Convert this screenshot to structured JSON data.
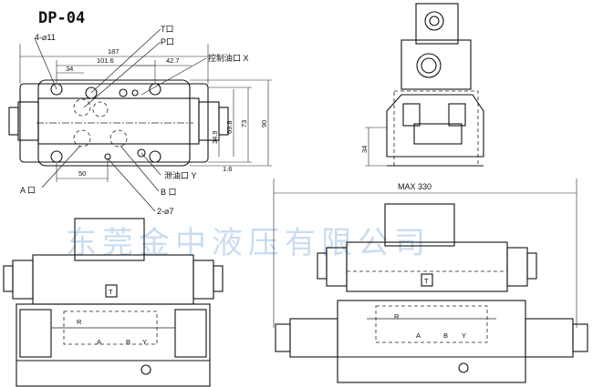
{
  "title": "DP-04",
  "watermark": "东莞金中液压有限公司",
  "top_view": {
    "labels": {
      "bolt_holes": "4-⌀11",
      "t_port": "T口",
      "p_port": "P口",
      "control_port": "控制油口 X",
      "a_port": "A 口",
      "drain_port": "泄油口 Y",
      "b_port": "B 口",
      "pin_holes": "2-⌀7"
    },
    "dimensions": {
      "d187": "187",
      "d101_6": "101.6",
      "d42_7": "42.7",
      "d34_top": "34",
      "d50": "50",
      "d34_9": "34.9",
      "d69_8": "69.8",
      "d73": "73",
      "d90": "90",
      "d1_6": "1.6"
    }
  },
  "side_view": {
    "dimensions": {
      "d34": "34"
    }
  },
  "front_view_left": {
    "port_labels": {
      "r": "R",
      "a": "A",
      "b": "B",
      "y": "Y"
    },
    "tag": "T"
  },
  "front_view_right": {
    "max_dim": "MAX 330",
    "port_labels": {
      "r": "R",
      "a": "A",
      "b": "B",
      "y": "Y"
    },
    "tag": "T"
  }
}
